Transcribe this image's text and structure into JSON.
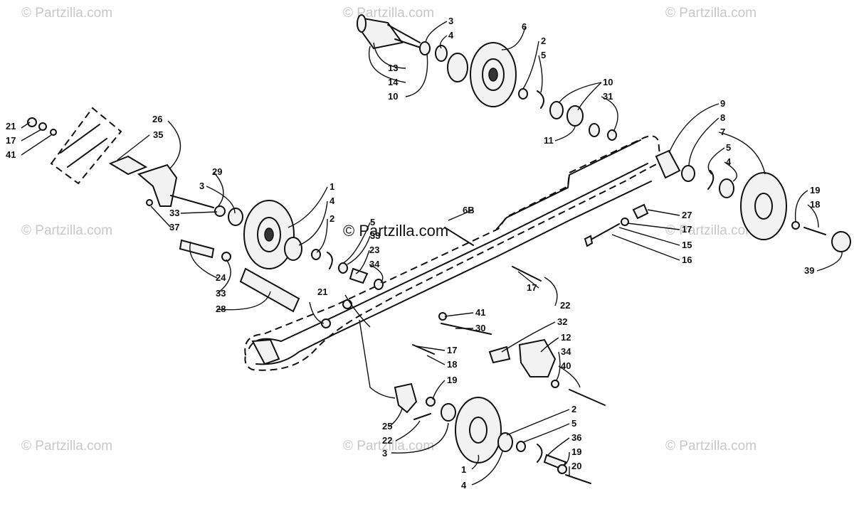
{
  "diagram": {
    "copyright": "© Partzilla.com",
    "watermark": "© Partzilla.com",
    "callouts": [
      "21",
      "17",
      "41",
      "26",
      "35",
      "29",
      "3",
      "33",
      "37",
      "24",
      "33",
      "28",
      "1",
      "4",
      "2",
      "5",
      "33",
      "23",
      "34",
      "6B",
      "21",
      "3",
      "4",
      "13",
      "14",
      "10",
      "6",
      "2",
      "5",
      "10",
      "31",
      "11",
      "9",
      "8",
      "7",
      "5",
      "4",
      "19",
      "18",
      "39",
      "27",
      "17",
      "15",
      "16",
      "17",
      "22",
      "41",
      "30",
      "32",
      "12",
      "34",
      "40",
      "17",
      "18",
      "19",
      "25",
      "22",
      "3",
      "2",
      "5",
      "36",
      "19",
      "20",
      "1",
      "4"
    ]
  }
}
